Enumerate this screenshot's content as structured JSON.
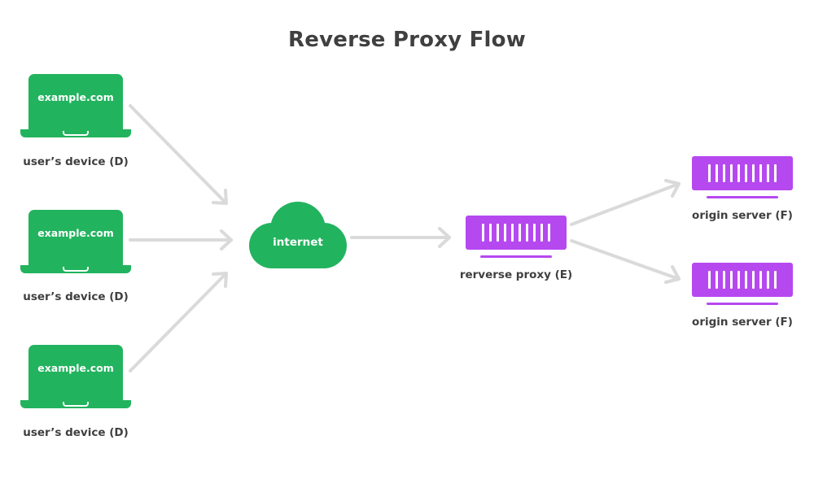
{
  "title": "Reverse Proxy Flow",
  "colors": {
    "device": "#22b35e",
    "server": "#b648f0",
    "arrow": "#dadada",
    "text": "#3f3f3f"
  },
  "devices": [
    {
      "screen_text": "example.com",
      "label": "user’s device (D)"
    },
    {
      "screen_text": "example.com",
      "label": "user’s device (D)"
    },
    {
      "screen_text": "example.com",
      "label": "user’s device (D)"
    }
  ],
  "internet": {
    "label": "internet"
  },
  "proxy": {
    "label": "rerverse proxy (E)"
  },
  "origins": [
    {
      "label": "origin server (F)"
    },
    {
      "label": "origin server (F)"
    }
  ]
}
